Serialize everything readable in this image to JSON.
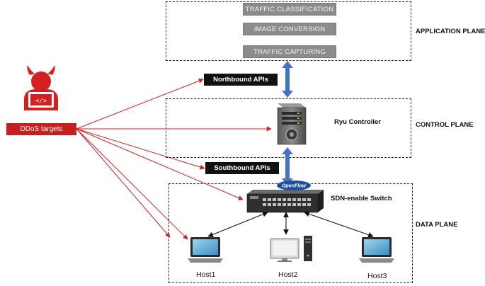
{
  "planes": {
    "application": "APPLICATION PLANE",
    "control": "CONTROL PLANE",
    "data": "DATA PLANE"
  },
  "application_modules": [
    "TRAFFIC CLASSIFICATION",
    "IMAGE CONVERSION",
    "TRAFFIC CAPTURING"
  ],
  "apis": {
    "northbound": "Northbound APIs",
    "southbound": "Southbound APIs"
  },
  "attacker": {
    "label": "DDoS targets",
    "icon": "devil-hacker-icon",
    "color": "#c81e1e"
  },
  "controller": {
    "label": "Ryu Controller",
    "icon": "server-icon"
  },
  "switch": {
    "label": "SDN-enable Switch",
    "brand": "OpenFlow",
    "icon": "network-switch-icon"
  },
  "hosts": [
    {
      "label": "Host1",
      "icon": "laptop-icon"
    },
    {
      "label": "Host2",
      "icon": "desktop-computer-icon"
    },
    {
      "label": "Host3",
      "icon": "laptop-icon"
    }
  ],
  "colors": {
    "attack_arrow": "#d42020",
    "api_arrow": "#4472c4",
    "module_fill": "#8c8c8c"
  }
}
